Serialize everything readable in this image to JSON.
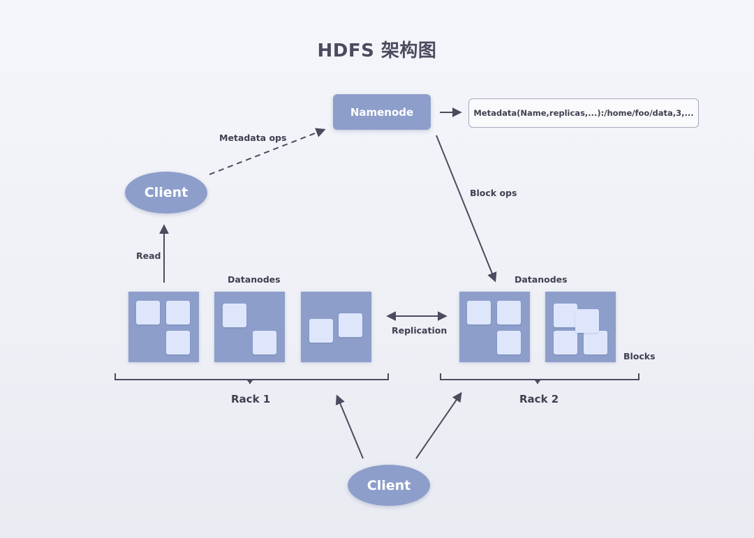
{
  "title": "HDFS 架构图",
  "namenode": {
    "label": "Namenode"
  },
  "metadata": {
    "text": "Metadata(Name,replicas,...):/home/foo/data,3,..."
  },
  "clients": {
    "top": "Client",
    "bottom": "Client"
  },
  "edges": {
    "metadata_ops": "Metadata ops",
    "block_ops": "Block ops",
    "read": "Read",
    "replication": "Replication"
  },
  "racks": [
    {
      "label": "Rack 1",
      "datanodes_label": "Datanodes"
    },
    {
      "label": "Rack 2",
      "datanodes_label": "Datanodes"
    }
  ],
  "blocks_label": "Blocks",
  "colors": {
    "node_fill": "#8d9ecb",
    "block_fill": "#dde6fb",
    "text": "#3e4050",
    "arrow": "#4a4c5e"
  }
}
